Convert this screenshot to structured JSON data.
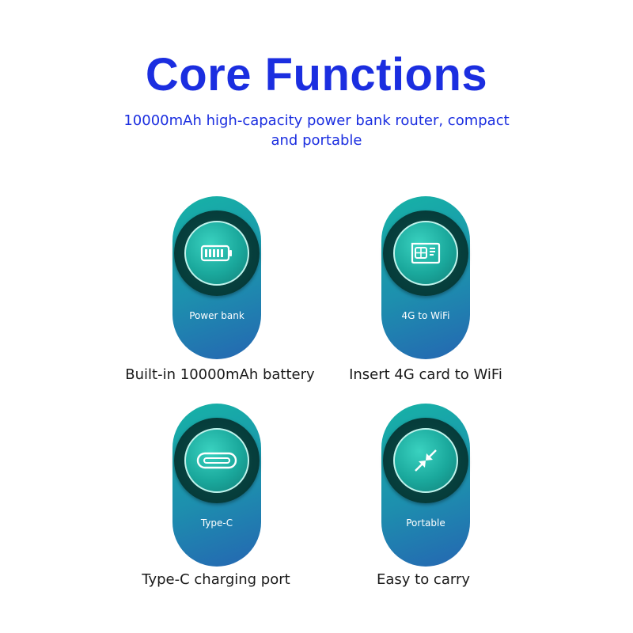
{
  "header": {
    "title": "Core Functions",
    "subtitle": "10000mAh high-capacity power bank router, compact and portable"
  },
  "features": [
    {
      "icon": "battery-icon",
      "card_label": "Power bank",
      "caption": "Built-in 10000mAh battery"
    },
    {
      "icon": "sim-card-icon",
      "card_label": "4G to WiFi",
      "caption": "Insert 4G card to WiFi"
    },
    {
      "icon": "usb-c-port-icon",
      "card_label": "Type-C",
      "caption": "Type-C charging port"
    },
    {
      "icon": "compress-arrows-icon",
      "card_label": "Portable",
      "caption": "Easy to carry"
    }
  ],
  "colors": {
    "title": "#1b2ee0",
    "card_gradient_start": "#16b3a6",
    "card_gradient_end": "#2566b2"
  }
}
